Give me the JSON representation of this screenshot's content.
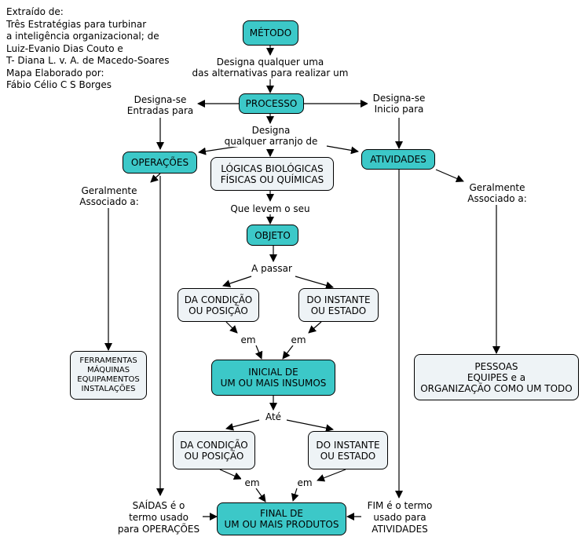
{
  "credit": [
    "Extraído de:",
    "Três Estratégias para turbinar",
    "a inteligência organizacional; de",
    "Luiz-Evanio Dias Couto e",
    "T- Diana L. v. A. de Macedo-Soares",
    "Mapa Elaborado por:",
    "Fábio Célio  C S Borges"
  ],
  "nodes": {
    "metodo": "MÉTODO",
    "processo": "PROCESSO",
    "operacoes": "OPERAÇÕES",
    "atividades": "ATIVIDADES",
    "logicas": "LÓGICAS BIOLÓGICAS\nFÍSICAS OU QUÍMICAS",
    "objeto": "OBJETO",
    "condicao1": "DA CONDIÇÃO\nOU POSIÇÃO",
    "instante1": "DO INSTANTE\nOU ESTADO",
    "inicial": "INICIAL DE\nUM OU MAIS INSUMOS",
    "condicao2": "DA CONDIÇÃO\nOU POSIÇÃO",
    "instante2": "DO INSTANTE\nOU ESTADO",
    "final": "FINAL DE\nUM OU MAIS PRODUTOS",
    "ferramentas": "FERRAMENTAS\nMÁQUINAS\nEQUIPAMENTOS\nINSTALAÇÕES",
    "pessoas": "PESSOAS\nEQUIPES e a\nORGANIZAÇÃO COMO UM TODO"
  },
  "links": {
    "designa_alternativas": "Designa qualquer uma\ndas alternativas para realizar um",
    "designa_entradas": "Designa-se\nEntradas para",
    "designa_inicio": "Designa-se\nInicio para",
    "designa_arranjo": "Designa\nqualquer arranjo de",
    "geralmente_1": "Geralmente\nAssociado a:",
    "geralmente_2": "Geralmente\nAssociado a:",
    "que_levem": "Que levem o seu",
    "a_passar": "A passar",
    "em_1": "em",
    "em_2": "em",
    "ate": "Até",
    "em_3": "em",
    "em_4": "em",
    "saidas": "SAÍDAS é o\ntermo usado\npara OPERAÇÕES",
    "fim": "FIM é o termo\nusado  para\nATIVIDADES"
  },
  "colors": {
    "teal": "#3cc8c8",
    "light_box": "#eef3f6",
    "line": "#000000"
  }
}
